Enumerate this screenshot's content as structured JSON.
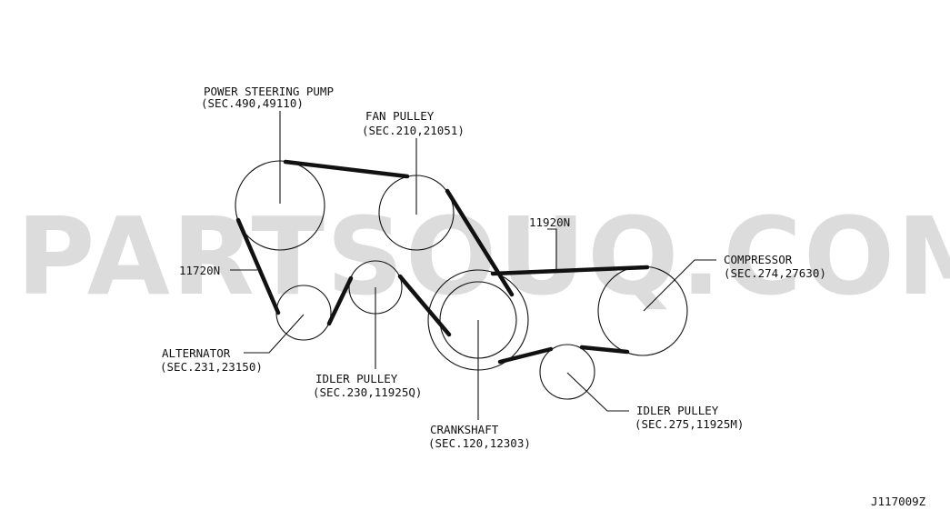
{
  "watermark": "PARTSOUQ.COM",
  "labels": {
    "power_steering_pump": "POWER STEERING PUMP",
    "power_steering_pump_sec": "(SEC.490,49110)",
    "fan_pulley": "FAN PULLEY",
    "fan_pulley_sec": "(SEC.210,21051)",
    "belt_11920n": "11920N",
    "compressor": "COMPRESSOR",
    "compressor_sec": "(SEC.274,27630)",
    "belt_11720n": "11720N",
    "alternator": "ALTERNATOR",
    "alternator_sec": "(SEC.231,23150)",
    "idler_pulley_1": "IDLER PULLEY",
    "idler_pulley_1_sec": "(SEC.230,11925Q)",
    "crankshaft": "CRANKSHAFT",
    "crankshaft_sec": "(SEC.120,12303)",
    "idler_pulley_2": "IDLER PULLEY",
    "idler_pulley_2_sec": "(SEC.275,11925M)",
    "figure_code": "J117009Z"
  },
  "colors": {
    "line": "#111111",
    "watermark": "#dcdcdc",
    "background": "#ffffff"
  }
}
